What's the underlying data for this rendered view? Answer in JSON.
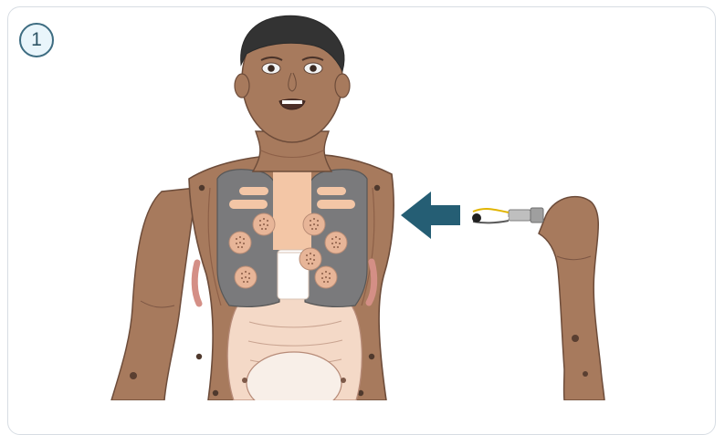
{
  "step": {
    "number": "1"
  },
  "colors": {
    "skin": "#a77a5d",
    "skin_shadow": "#8d6048",
    "torso_plate": "#7a7a7c",
    "pad": "#e7b598",
    "arrow": "#255e74",
    "badge_stroke": "#3d6c81",
    "badge_fill": "#e9f5fb",
    "frame": "#d7dde3"
  },
  "icons": {
    "step_marker": "numbered-circle",
    "direction": "left-arrow",
    "connector": "cable-plug"
  }
}
